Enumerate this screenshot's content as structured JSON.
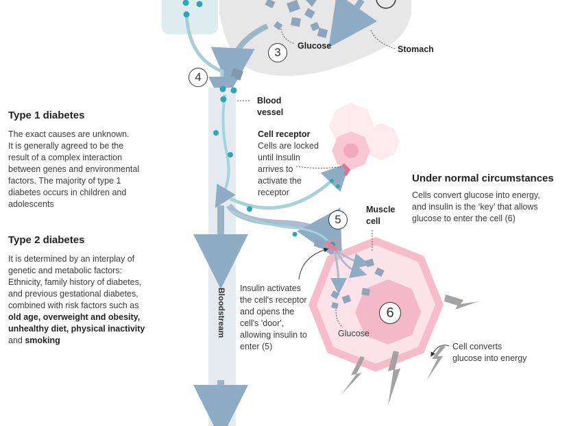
{
  "left_panel": {
    "type1": {
      "title": "Type 1 diabetes",
      "lines": [
        "The exact causes are unknown.",
        "It is generally agreed to be the",
        "result of a complex interaction",
        "between genes and environmental",
        "factors. The majority of type 1",
        "diabetes occurs in children and",
        "adolescents"
      ]
    },
    "type2": {
      "title": "Type 2 diabetes",
      "lines": [
        "It is determined by an interplay of",
        "genetic and metabolic factors:",
        "Ethnicity, family history of diabetes,",
        "and previous gestational diabetes,",
        "combined with risk factors such as"
      ],
      "bold_line1": "old age, overweight and obesity,",
      "bold_line2": "unhealthy diet, physical inactivity",
      "and_word": "and",
      "smoking": "smoking"
    }
  },
  "labels": {
    "glucose_top": "Glucose",
    "stomach": "Stomach",
    "blood_vessel_1": "Blood",
    "blood_vessel_2": "vessel",
    "cell_receptor_title": "Cell receptor",
    "cell_receptor_lines": [
      "Cells are locked",
      "until insulin",
      "arrives to",
      "activate the",
      "receptor"
    ],
    "muscle_cell_1": "Muscle",
    "muscle_cell_2": "cell",
    "insulin_lines": [
      "Insulin activates",
      "the cell's receptor",
      "and opens the",
      "cell's 'door',",
      "allowing insulin to",
      "enter (5)"
    ],
    "glucose_bottom": "Glucose",
    "bloodstream": "Bloodstream",
    "cell_converts_1": "Cell converts",
    "cell_converts_2": "glucose into energy"
  },
  "right_panel": {
    "title": "Under normal circumstances",
    "lines": [
      "Cells convert glucose into energy,",
      "and insulin is the ‘key’ that allows",
      "glucose to enter the cell (6)"
    ]
  },
  "step_numbers": {
    "s3": "3",
    "s4": "4",
    "s5": "5",
    "s6": "6"
  },
  "colors": {
    "stomach": "#e7e7e7",
    "vessel": "#dfe8ef",
    "vessel_arrow": "#8eacc4",
    "insulin": "#2fa6b1",
    "glucose": "#8ea5bb",
    "cell_outer": "#f6c4d0",
    "cell_mid": "#fbe2e8",
    "cell_nucleus": "#f4b6c5",
    "energy": "#9a9a9a"
  }
}
